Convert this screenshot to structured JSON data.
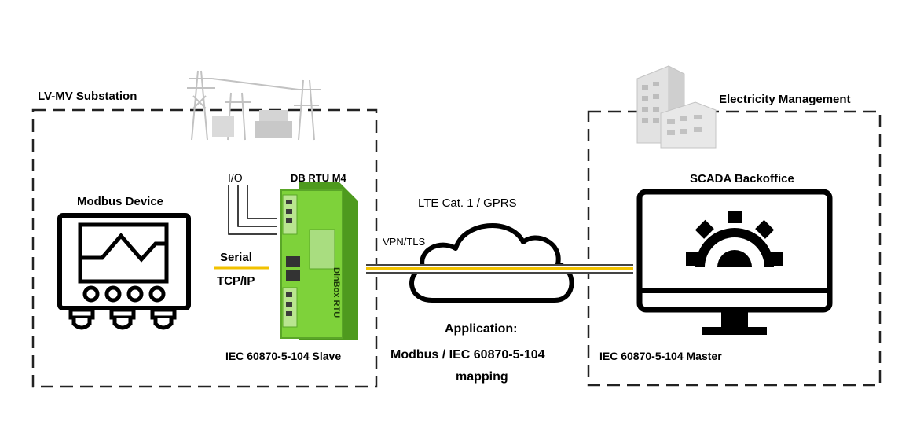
{
  "left_zone": {
    "title": "LV-MV Substation"
  },
  "right_zone": {
    "title": "Electricity Management"
  },
  "modbus_device": {
    "label": "Modbus Device"
  },
  "rtu": {
    "io_label": "I/O",
    "model_label": "DB RTU M4",
    "brand_text": "DinBox RTU",
    "role_label": "IEC 60870-5-104 Slave"
  },
  "link_local": {
    "serial_label": "Serial",
    "tcpip_label": "TCP/IP"
  },
  "network": {
    "type_label": "LTE Cat. 1 / GPRS",
    "tunnel_label": "VPN/TLS",
    "application_label": "Application:",
    "mapping_line1": "Modbus / IEC 60870-5-104",
    "mapping_line2": "mapping"
  },
  "scada": {
    "label": "SCADA Backoffice",
    "role_label": "IEC 60870-5-104 Master"
  },
  "colors": {
    "serial_line": "#f2c200",
    "rtu_green": "#7ed23a",
    "rtu_dark": "#4e9a1e",
    "dash": "#222222",
    "photo_gray": "#bdbdbd"
  }
}
